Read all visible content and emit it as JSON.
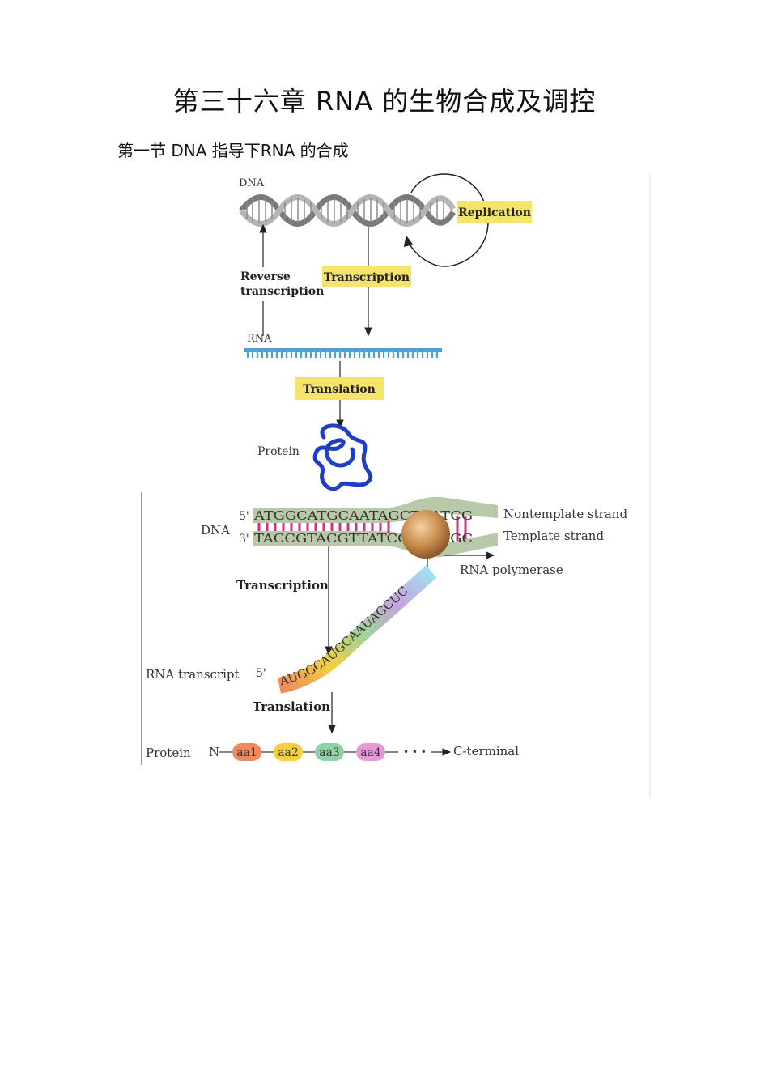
{
  "page": {
    "title": "第三十六章  RNA  的生物合成及调控",
    "section": "第一节  DNA  指导下RNA  的合成"
  },
  "figure1": {
    "dna_label": "DNA",
    "replication": "Replication",
    "transcription": "Transcription",
    "reverse_line1": "Reverse",
    "reverse_line2": "transcription",
    "rna_label": "RNA",
    "translation": "Translation",
    "protein_label": "Protein",
    "box_color": "#f6e36a"
  },
  "figure2": {
    "dna_label": "DNA",
    "five_prime": "5'",
    "three_prime": "3'",
    "nontemplate_seq": "ATGGCATGCAATAGCTCATCG",
    "template_seq": "TACCGTACGTTATCGAGTAGC",
    "nontemplate_label": "Nontemplate strand",
    "template_label": "Template strand",
    "rna_polymerase": "RNA polymerase",
    "transcription": "Transcription",
    "rna_seq": "AUGGCAUGCAAUAGCUC",
    "rna_transcript": "RNA transcript",
    "rna_five_prime": "5'",
    "translation": "Translation",
    "protein_label": "Protein",
    "n_term": "N",
    "amino_acids": [
      "aa1",
      "aa2",
      "aa3",
      "aa4"
    ],
    "ellipsis": "• • •",
    "c_terminal": "C-terminal",
    "aa_colors": [
      "#f08a5d",
      "#f4d03f",
      "#8ed1a7",
      "#e59ad6"
    ]
  }
}
